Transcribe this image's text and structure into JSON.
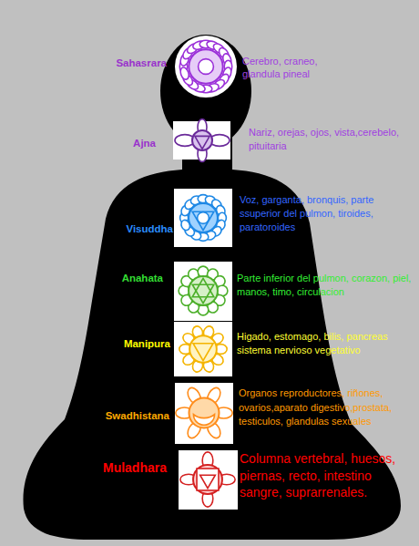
{
  "diagram": {
    "labels": [
      "Sahasrara",
      "Cerebro, craneo, glandula pineal",
      "Ajna",
      "Nariz, orejas, ojos, vista,cerebelo, pituitaria",
      "Visuddha",
      "Voz, garganta, bronquis, parte ssuperior del pulmon, tiroides, paratoroides",
      "Anahata",
      "Parte inferior del pulmon, corazon, piel, manos, timo, circulacion",
      "Manipura",
      "Higado, estomago, bilis, pancreas sistema nervioso vegetativo",
      "Swadhistana",
      "Organos reproductores, riñones, ovarios,aparato digestivo,prostata, testiculos, glandulas sexuales",
      "Muladhara",
      "Columna vertebral, huesos, piernas, recto, intestino sangre, suprarrenales."
    ]
  }
}
